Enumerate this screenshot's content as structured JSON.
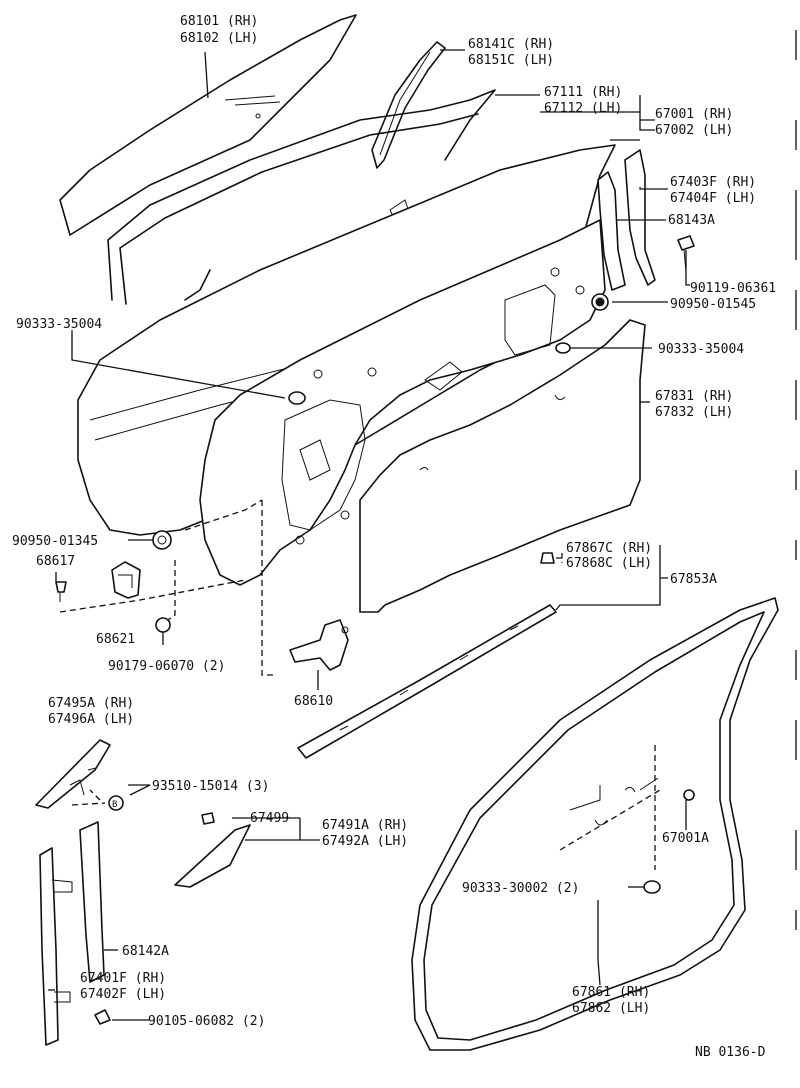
{
  "diagram_id": "NB 0136-D",
  "labels": {
    "glass": "68101 (RH)\n68102 (LH)",
    "glass_run_upper": "68141C (RH)\n68151C (LH)",
    "frame_sash": "67111 (RH)\n67112 (LH)",
    "door_panel": "67001 (RH)\n67002 (LH)",
    "rear_frame": "67403F (RH)\n67404F (LH)",
    "run_channel": "68143A",
    "bolt_upper": "90119-06361",
    "cushion_upper": "90950-01545",
    "plug_right": "90333-35004",
    "plug_left": "90333-35004",
    "service_cover": "67831 (RH)\n67832 (LH)",
    "cushion_left": "90950-01345",
    "clip": "68617",
    "clip_retainer": "68621",
    "nut": "90179-06070 (2)",
    "checker": "68610",
    "clip_belt": "67867C (RH)\n67868C (LH)",
    "belt_weatherstrip": "67853A",
    "garnish": "67495A (RH)\n67496A (LH)",
    "screw": "93510-15014 (3)",
    "clip_small": "67499",
    "cover": "67491A (RH)\n67492A (LH)",
    "channel_front": "68142A",
    "front_frame": "67401F (RH)\n67402F (LH)",
    "bolt_lower": "90105-06082 (2)",
    "hole_plug": "67001A",
    "plug_bottom": "90333-30002 (2)",
    "weatherstrip": "67861 (RH)\n67862 (LH)"
  }
}
